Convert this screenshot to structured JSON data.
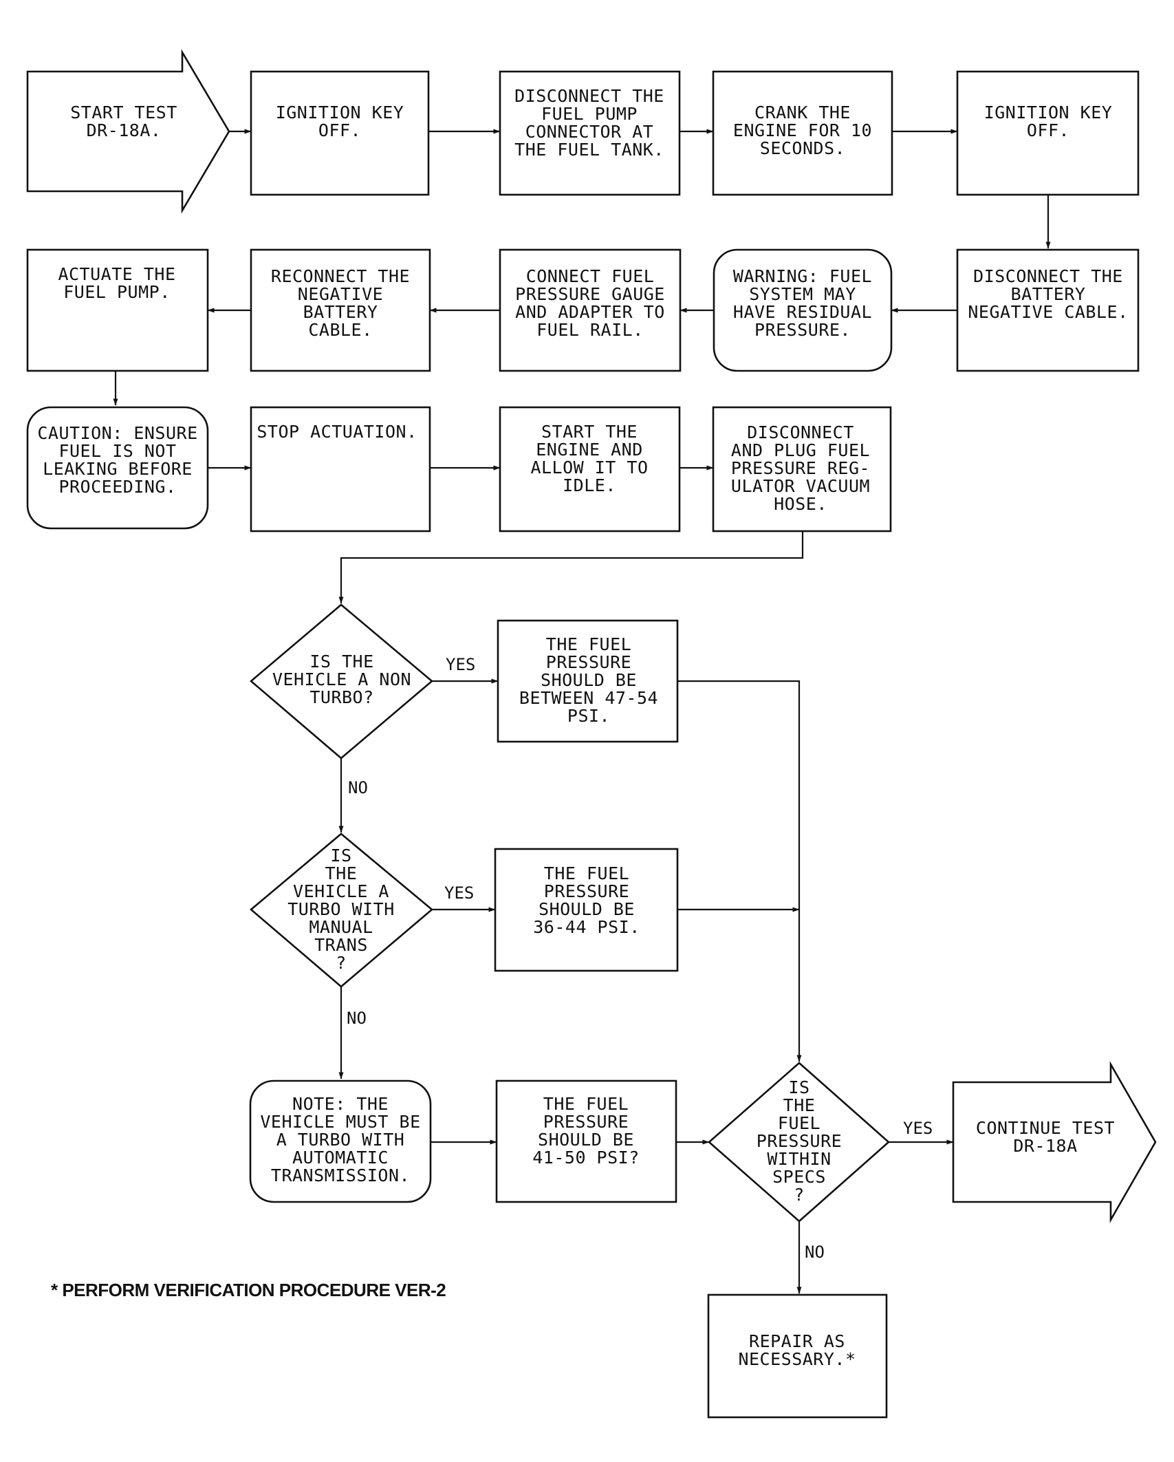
{
  "nodes": [
    {
      "id": "start",
      "lines": [
        "START TEST",
        "DR-18A."
      ]
    },
    {
      "id": "key_off_1",
      "lines": [
        "IGNITION KEY",
        "OFF."
      ]
    },
    {
      "id": "disconnect_pump",
      "lines": [
        "DISCONNECT THE",
        "FUEL PUMP",
        "CONNECTOR AT",
        "THE FUEL TANK."
      ]
    },
    {
      "id": "crank",
      "lines": [
        "CRANK THE",
        "ENGINE FOR 10",
        "SECONDS."
      ]
    },
    {
      "id": "key_off_2",
      "lines": [
        "IGNITION KEY",
        "OFF."
      ]
    },
    {
      "id": "disconnect_battery",
      "lines": [
        "DISCONNECT THE",
        "BATTERY",
        "NEGATIVE CABLE."
      ]
    },
    {
      "id": "warning",
      "lines": [
        "WARNING: FUEL",
        "SYSTEM MAY",
        "HAVE RESIDUAL",
        "PRESSURE."
      ]
    },
    {
      "id": "connect_gauge",
      "lines": [
        "CONNECT FUEL",
        "PRESSURE GAUGE",
        "AND ADAPTER TO",
        "FUEL RAIL."
      ]
    },
    {
      "id": "reconnect_battery",
      "lines": [
        "RECONNECT THE",
        "NEGATIVE",
        "BATTERY",
        "CABLE."
      ]
    },
    {
      "id": "actuate",
      "lines": [
        "ACTUATE THE",
        "FUEL PUMP."
      ]
    },
    {
      "id": "caution",
      "lines": [
        "CAUTION: ENSURE",
        "FUEL IS NOT",
        "LEAKING BEFORE",
        "PROCEEDING."
      ]
    },
    {
      "id": "stop_actuation",
      "lines": [
        "STOP ACTUATION."
      ]
    },
    {
      "id": "start_engine",
      "lines": [
        "START THE",
        "ENGINE AND",
        "ALLOW IT TO",
        "IDLE."
      ]
    },
    {
      "id": "disconnect_hose",
      "lines": [
        "DISCONNECT",
        "AND PLUG FUEL",
        "PRESSURE REG-",
        "ULATOR VACUUM",
        "HOSE."
      ]
    },
    {
      "id": "q_non_turbo",
      "lines": [
        "IS THE",
        "VEHICLE A NON",
        "TURBO?"
      ]
    },
    {
      "id": "spec_non_turbo",
      "lines": [
        "THE FUEL",
        "PRESSURE",
        "SHOULD BE",
        "BETWEEN 47-54",
        "PSI."
      ]
    },
    {
      "id": "q_turbo_manual",
      "lines": [
        "IS",
        "THE",
        "VEHICLE A",
        "TURBO WITH",
        "MANUAL",
        "TRANS",
        "?"
      ]
    },
    {
      "id": "spec_turbo_manual",
      "lines": [
        "THE FUEL",
        "PRESSURE",
        "SHOULD BE",
        "36-44 PSI."
      ]
    },
    {
      "id": "note_turbo_auto",
      "lines": [
        "NOTE: THE",
        "VEHICLE MUST BE",
        "A TURBO WITH",
        "AUTOMATIC",
        "TRANSMISSION."
      ]
    },
    {
      "id": "spec_turbo_auto",
      "lines": [
        "THE FUEL",
        "PRESSURE",
        "SHOULD BE",
        "41-50 PSI?"
      ]
    },
    {
      "id": "q_within_specs",
      "lines": [
        "IS",
        "THE",
        "FUEL",
        "PRESSURE",
        "WITHIN",
        "SPECS",
        "?"
      ]
    },
    {
      "id": "continue",
      "lines": [
        "CONTINUE TEST",
        "DR-18A"
      ]
    },
    {
      "id": "repair",
      "lines": [
        "REPAIR AS",
        "NECESSARY.*"
      ]
    }
  ],
  "edges": [
    {
      "from": "start",
      "to": "key_off_1",
      "label": ""
    },
    {
      "from": "key_off_1",
      "to": "disconnect_pump",
      "label": ""
    },
    {
      "from": "disconnect_pump",
      "to": "crank",
      "label": ""
    },
    {
      "from": "crank",
      "to": "key_off_2",
      "label": ""
    },
    {
      "from": "key_off_2",
      "to": "disconnect_battery",
      "label": ""
    },
    {
      "from": "disconnect_battery",
      "to": "warning",
      "label": ""
    },
    {
      "from": "warning",
      "to": "connect_gauge",
      "label": ""
    },
    {
      "from": "connect_gauge",
      "to": "reconnect_battery",
      "label": ""
    },
    {
      "from": "reconnect_battery",
      "to": "actuate",
      "label": ""
    },
    {
      "from": "actuate",
      "to": "caution",
      "label": ""
    },
    {
      "from": "caution",
      "to": "stop_actuation",
      "label": ""
    },
    {
      "from": "stop_actuation",
      "to": "start_engine",
      "label": ""
    },
    {
      "from": "start_engine",
      "to": "disconnect_hose",
      "label": ""
    },
    {
      "from": "disconnect_hose",
      "to": "q_non_turbo",
      "label": ""
    },
    {
      "from": "q_non_turbo",
      "to": "spec_non_turbo",
      "label": "YES"
    },
    {
      "from": "q_non_turbo",
      "to": "q_turbo_manual",
      "label": "NO"
    },
    {
      "from": "q_turbo_manual",
      "to": "spec_turbo_manual",
      "label": "YES"
    },
    {
      "from": "q_turbo_manual",
      "to": "note_turbo_auto",
      "label": "NO"
    },
    {
      "from": "note_turbo_auto",
      "to": "spec_turbo_auto",
      "label": ""
    },
    {
      "from": "spec_non_turbo",
      "to": "q_within_specs",
      "label": ""
    },
    {
      "from": "spec_turbo_manual",
      "to": "q_within_specs",
      "label": ""
    },
    {
      "from": "spec_turbo_auto",
      "to": "q_within_specs",
      "label": ""
    },
    {
      "from": "q_within_specs",
      "to": "continue",
      "label": "YES"
    },
    {
      "from": "q_within_specs",
      "to": "repair",
      "label": "NO"
    }
  ],
  "footnote": "* PERFORM VERIFICATION PROCEDURE VER-2",
  "colors": {
    "line": "#111111",
    "background": "#ffffff"
  }
}
